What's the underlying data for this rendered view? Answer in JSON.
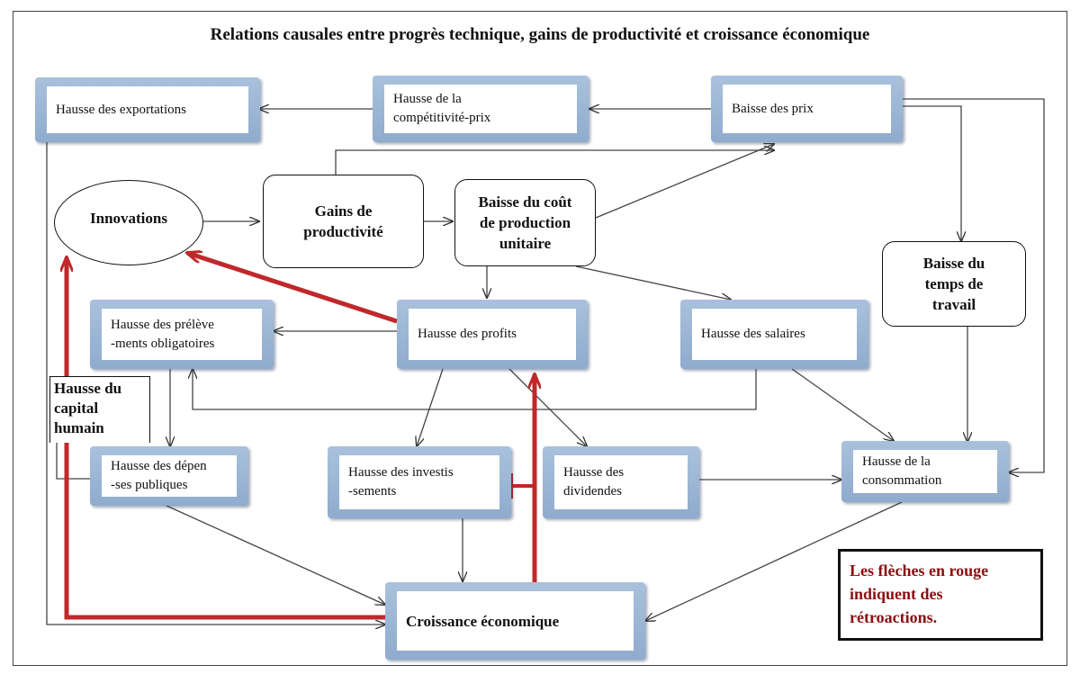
{
  "title": "Relations causales entre progrès technique, gains de productivité et croissance économique",
  "colors": {
    "feedback_arrow": "#c0282a",
    "legend_text": "#8b0f12",
    "box_blue": "#9ab3d3"
  },
  "nodes": {
    "exportations": "Hausse des exportations",
    "competitivite": "Hausse de la\ncompétitivité-prix",
    "baisse_prix": "Baisse des prix",
    "innovations": "Innovations",
    "gains_productivite": "Gains de\nproductivité",
    "baisse_cout": "Baisse du coût\nde production\nunitaire",
    "baisse_temps": "Baisse du\ntemps de\ntravail",
    "prelevements": "Hausse des prélève\n-ments obligatoires",
    "profits": "Hausse des profits",
    "salaires": "Hausse des salaires",
    "capital_humain": "Hausse du\ncapital\nhumain",
    "depenses": "Hausse des dépen\n-ses publiques",
    "investissements": "Hausse des investis\n-sements",
    "dividendes": "Hausse des\ndividendes",
    "consommation": "Hausse de la\nconsommation",
    "croissance": "Croissance économique"
  },
  "legend": "Les flèches en rouge\nindiquent des\nrétroactions."
}
